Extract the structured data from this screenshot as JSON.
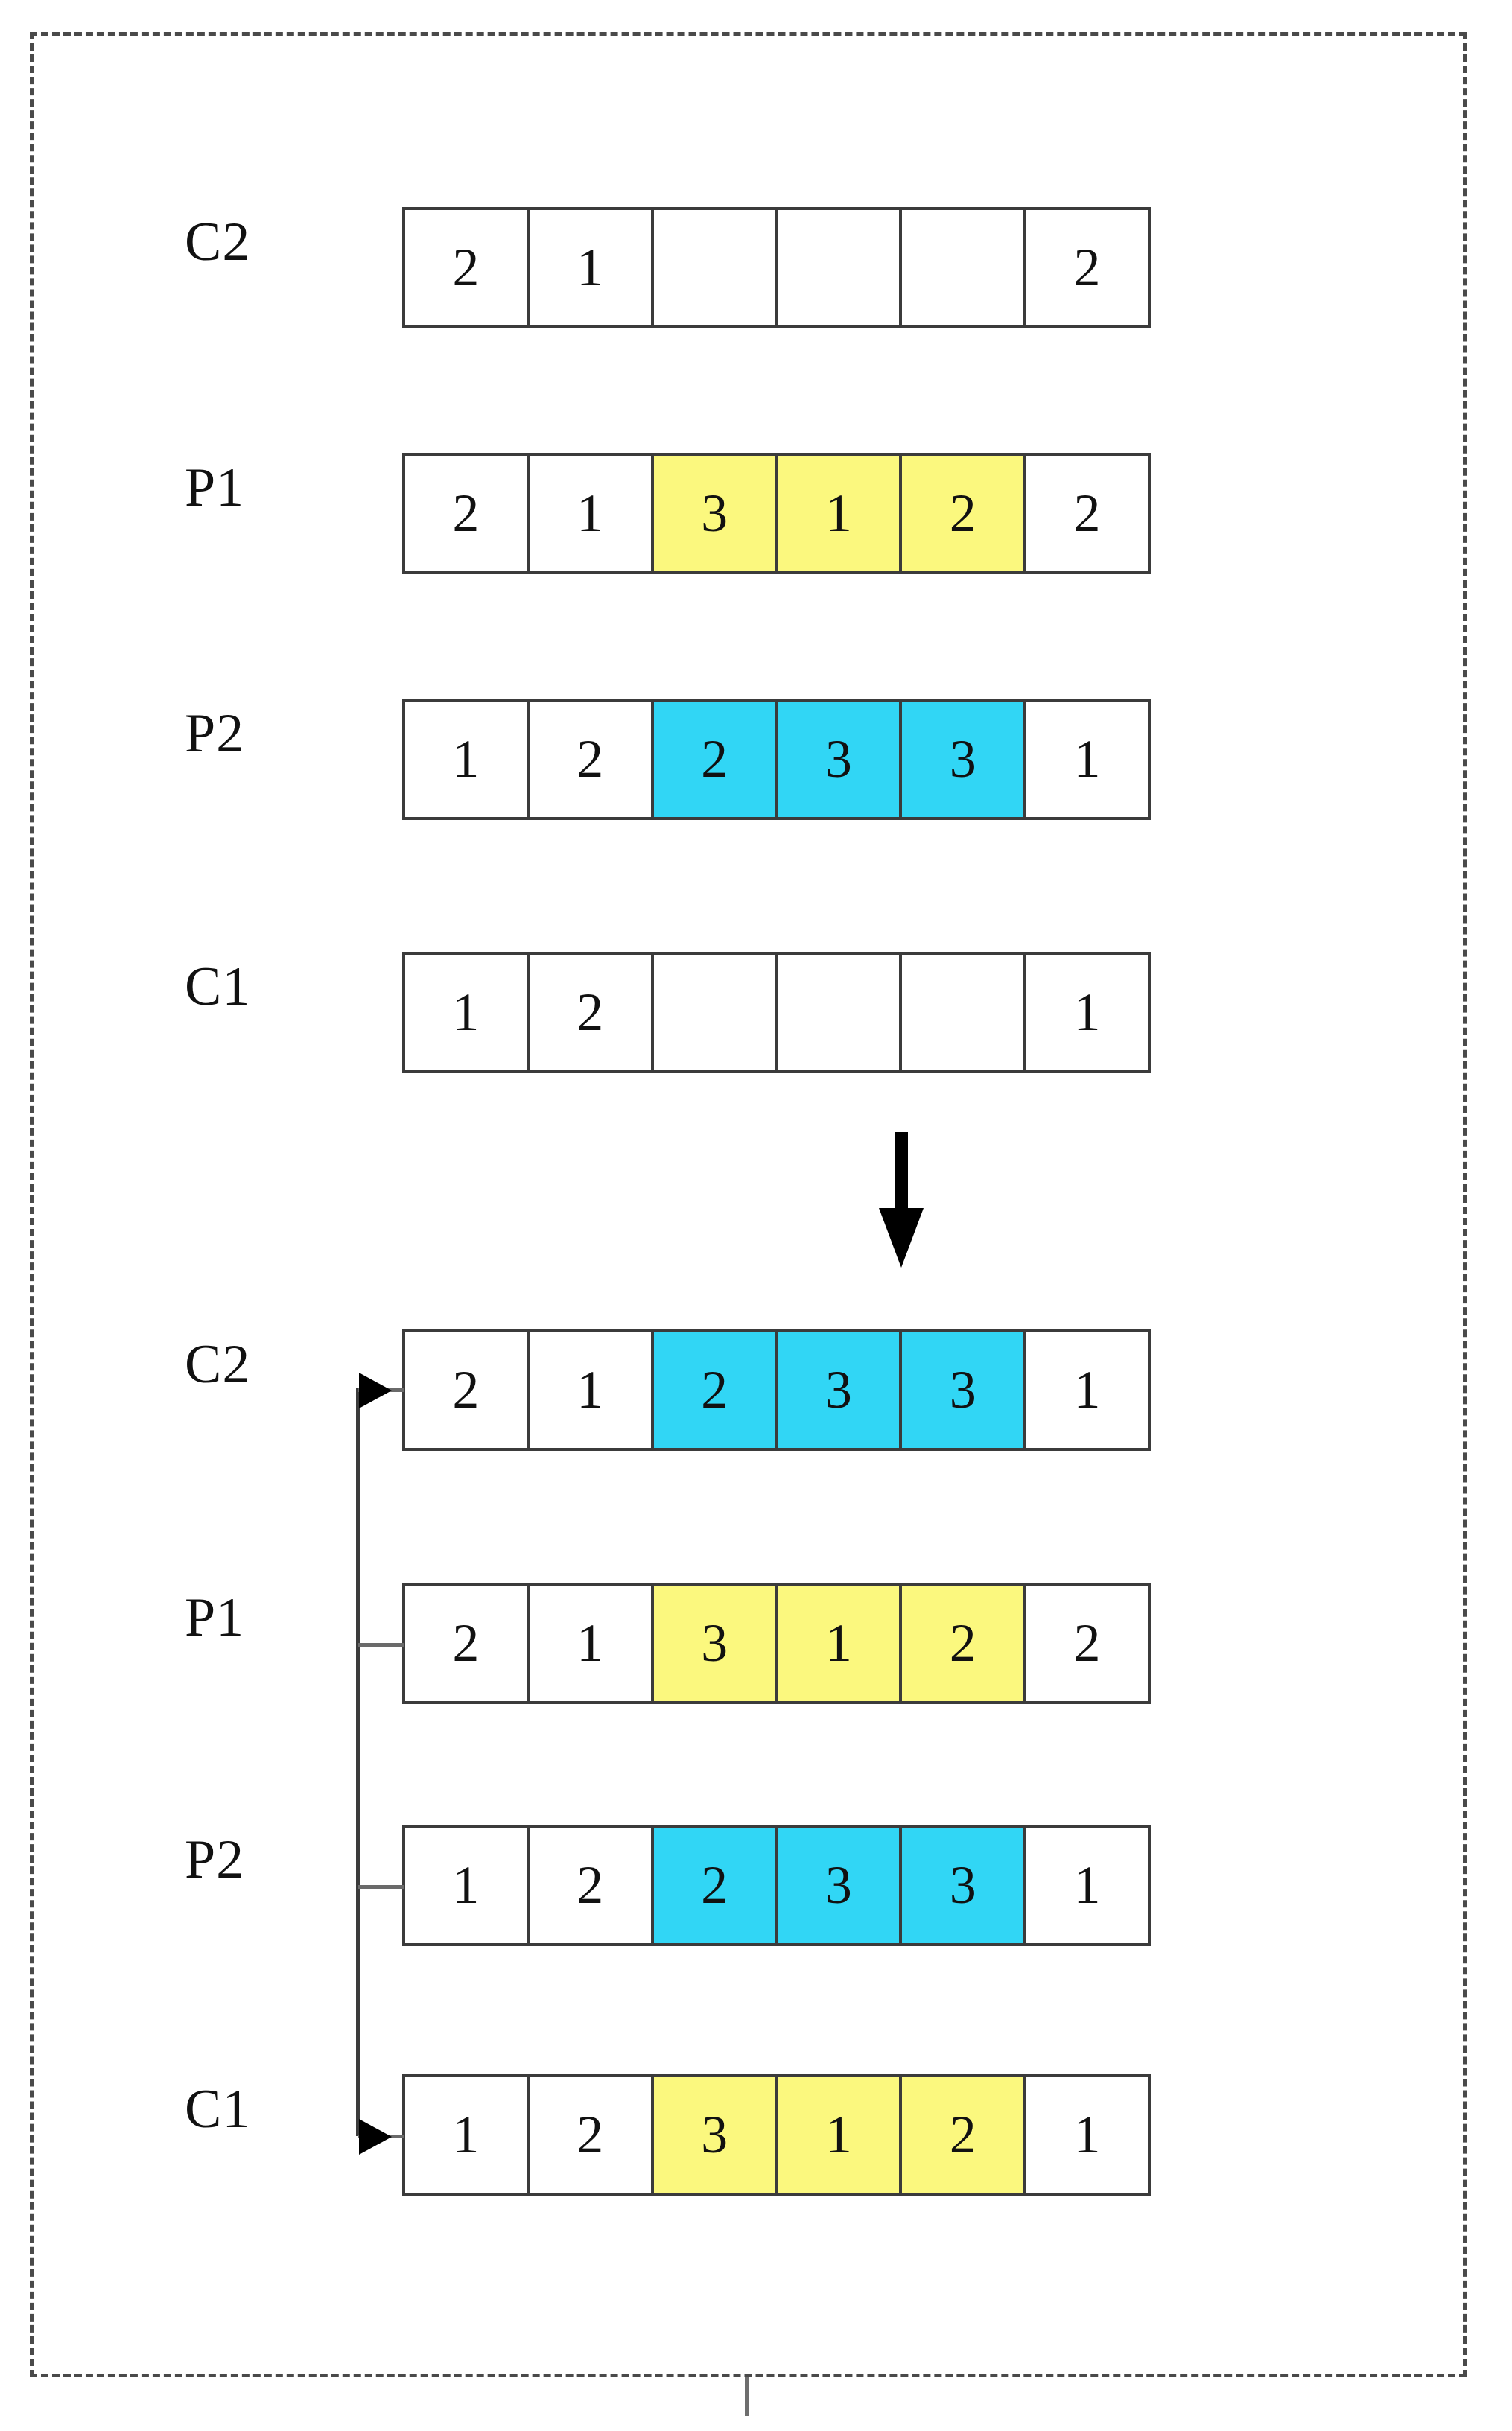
{
  "diagram": {
    "title": "",
    "colors": {
      "highlight_yellow": "#FBF87E",
      "highlight_cyan": "#31D6F5",
      "cell_border": "#3b3b3b",
      "frame_border": "#4a4a4a",
      "arrow": "#000000"
    },
    "before": {
      "rows": [
        {
          "label": "C2",
          "cells": [
            {
              "value": "2",
              "fill": "none"
            },
            {
              "value": "1",
              "fill": "none"
            },
            {
              "value": "",
              "fill": "none"
            },
            {
              "value": "",
              "fill": "none"
            },
            {
              "value": "",
              "fill": "none"
            },
            {
              "value": "2",
              "fill": "none"
            }
          ]
        },
        {
          "label": "P1",
          "cells": [
            {
              "value": "2",
              "fill": "none"
            },
            {
              "value": "1",
              "fill": "none"
            },
            {
              "value": "3",
              "fill": "yellow"
            },
            {
              "value": "1",
              "fill": "yellow"
            },
            {
              "value": "2",
              "fill": "yellow"
            },
            {
              "value": "2",
              "fill": "none"
            }
          ]
        },
        {
          "label": "P2",
          "cells": [
            {
              "value": "1",
              "fill": "none"
            },
            {
              "value": "2",
              "fill": "none"
            },
            {
              "value": "2",
              "fill": "cyan"
            },
            {
              "value": "3",
              "fill": "cyan"
            },
            {
              "value": "3",
              "fill": "cyan"
            },
            {
              "value": "1",
              "fill": "none"
            }
          ]
        },
        {
          "label": "C1",
          "cells": [
            {
              "value": "1",
              "fill": "none"
            },
            {
              "value": "2",
              "fill": "none"
            },
            {
              "value": "",
              "fill": "none"
            },
            {
              "value": "",
              "fill": "none"
            },
            {
              "value": "",
              "fill": "none"
            },
            {
              "value": "1",
              "fill": "none"
            }
          ]
        }
      ]
    },
    "after": {
      "rows": [
        {
          "label": "C2",
          "cells": [
            {
              "value": "2",
              "fill": "none"
            },
            {
              "value": "1",
              "fill": "none"
            },
            {
              "value": "2",
              "fill": "cyan"
            },
            {
              "value": "3",
              "fill": "cyan"
            },
            {
              "value": "3",
              "fill": "cyan"
            },
            {
              "value": "1",
              "fill": "none"
            }
          ]
        },
        {
          "label": "P1",
          "cells": [
            {
              "value": "2",
              "fill": "none"
            },
            {
              "value": "1",
              "fill": "none"
            },
            {
              "value": "3",
              "fill": "yellow"
            },
            {
              "value": "1",
              "fill": "yellow"
            },
            {
              "value": "2",
              "fill": "yellow"
            },
            {
              "value": "2",
              "fill": "none"
            }
          ]
        },
        {
          "label": "P2",
          "cells": [
            {
              "value": "1",
              "fill": "none"
            },
            {
              "value": "2",
              "fill": "none"
            },
            {
              "value": "2",
              "fill": "cyan"
            },
            {
              "value": "3",
              "fill": "cyan"
            },
            {
              "value": "3",
              "fill": "cyan"
            },
            {
              "value": "1",
              "fill": "none"
            }
          ]
        },
        {
          "label": "C1",
          "cells": [
            {
              "value": "1",
              "fill": "none"
            },
            {
              "value": "2",
              "fill": "none"
            },
            {
              "value": "3",
              "fill": "yellow"
            },
            {
              "value": "1",
              "fill": "yellow"
            },
            {
              "value": "2",
              "fill": "yellow"
            },
            {
              "value": "1",
              "fill": "none"
            }
          ]
        }
      ]
    },
    "transition_arrow": "down-arrow-icon",
    "connectors": {
      "source_rows": [
        "P1",
        "P2"
      ],
      "target_rows": [
        "C2",
        "C1"
      ],
      "arrowhead": "right-arrowhead-icon"
    }
  }
}
